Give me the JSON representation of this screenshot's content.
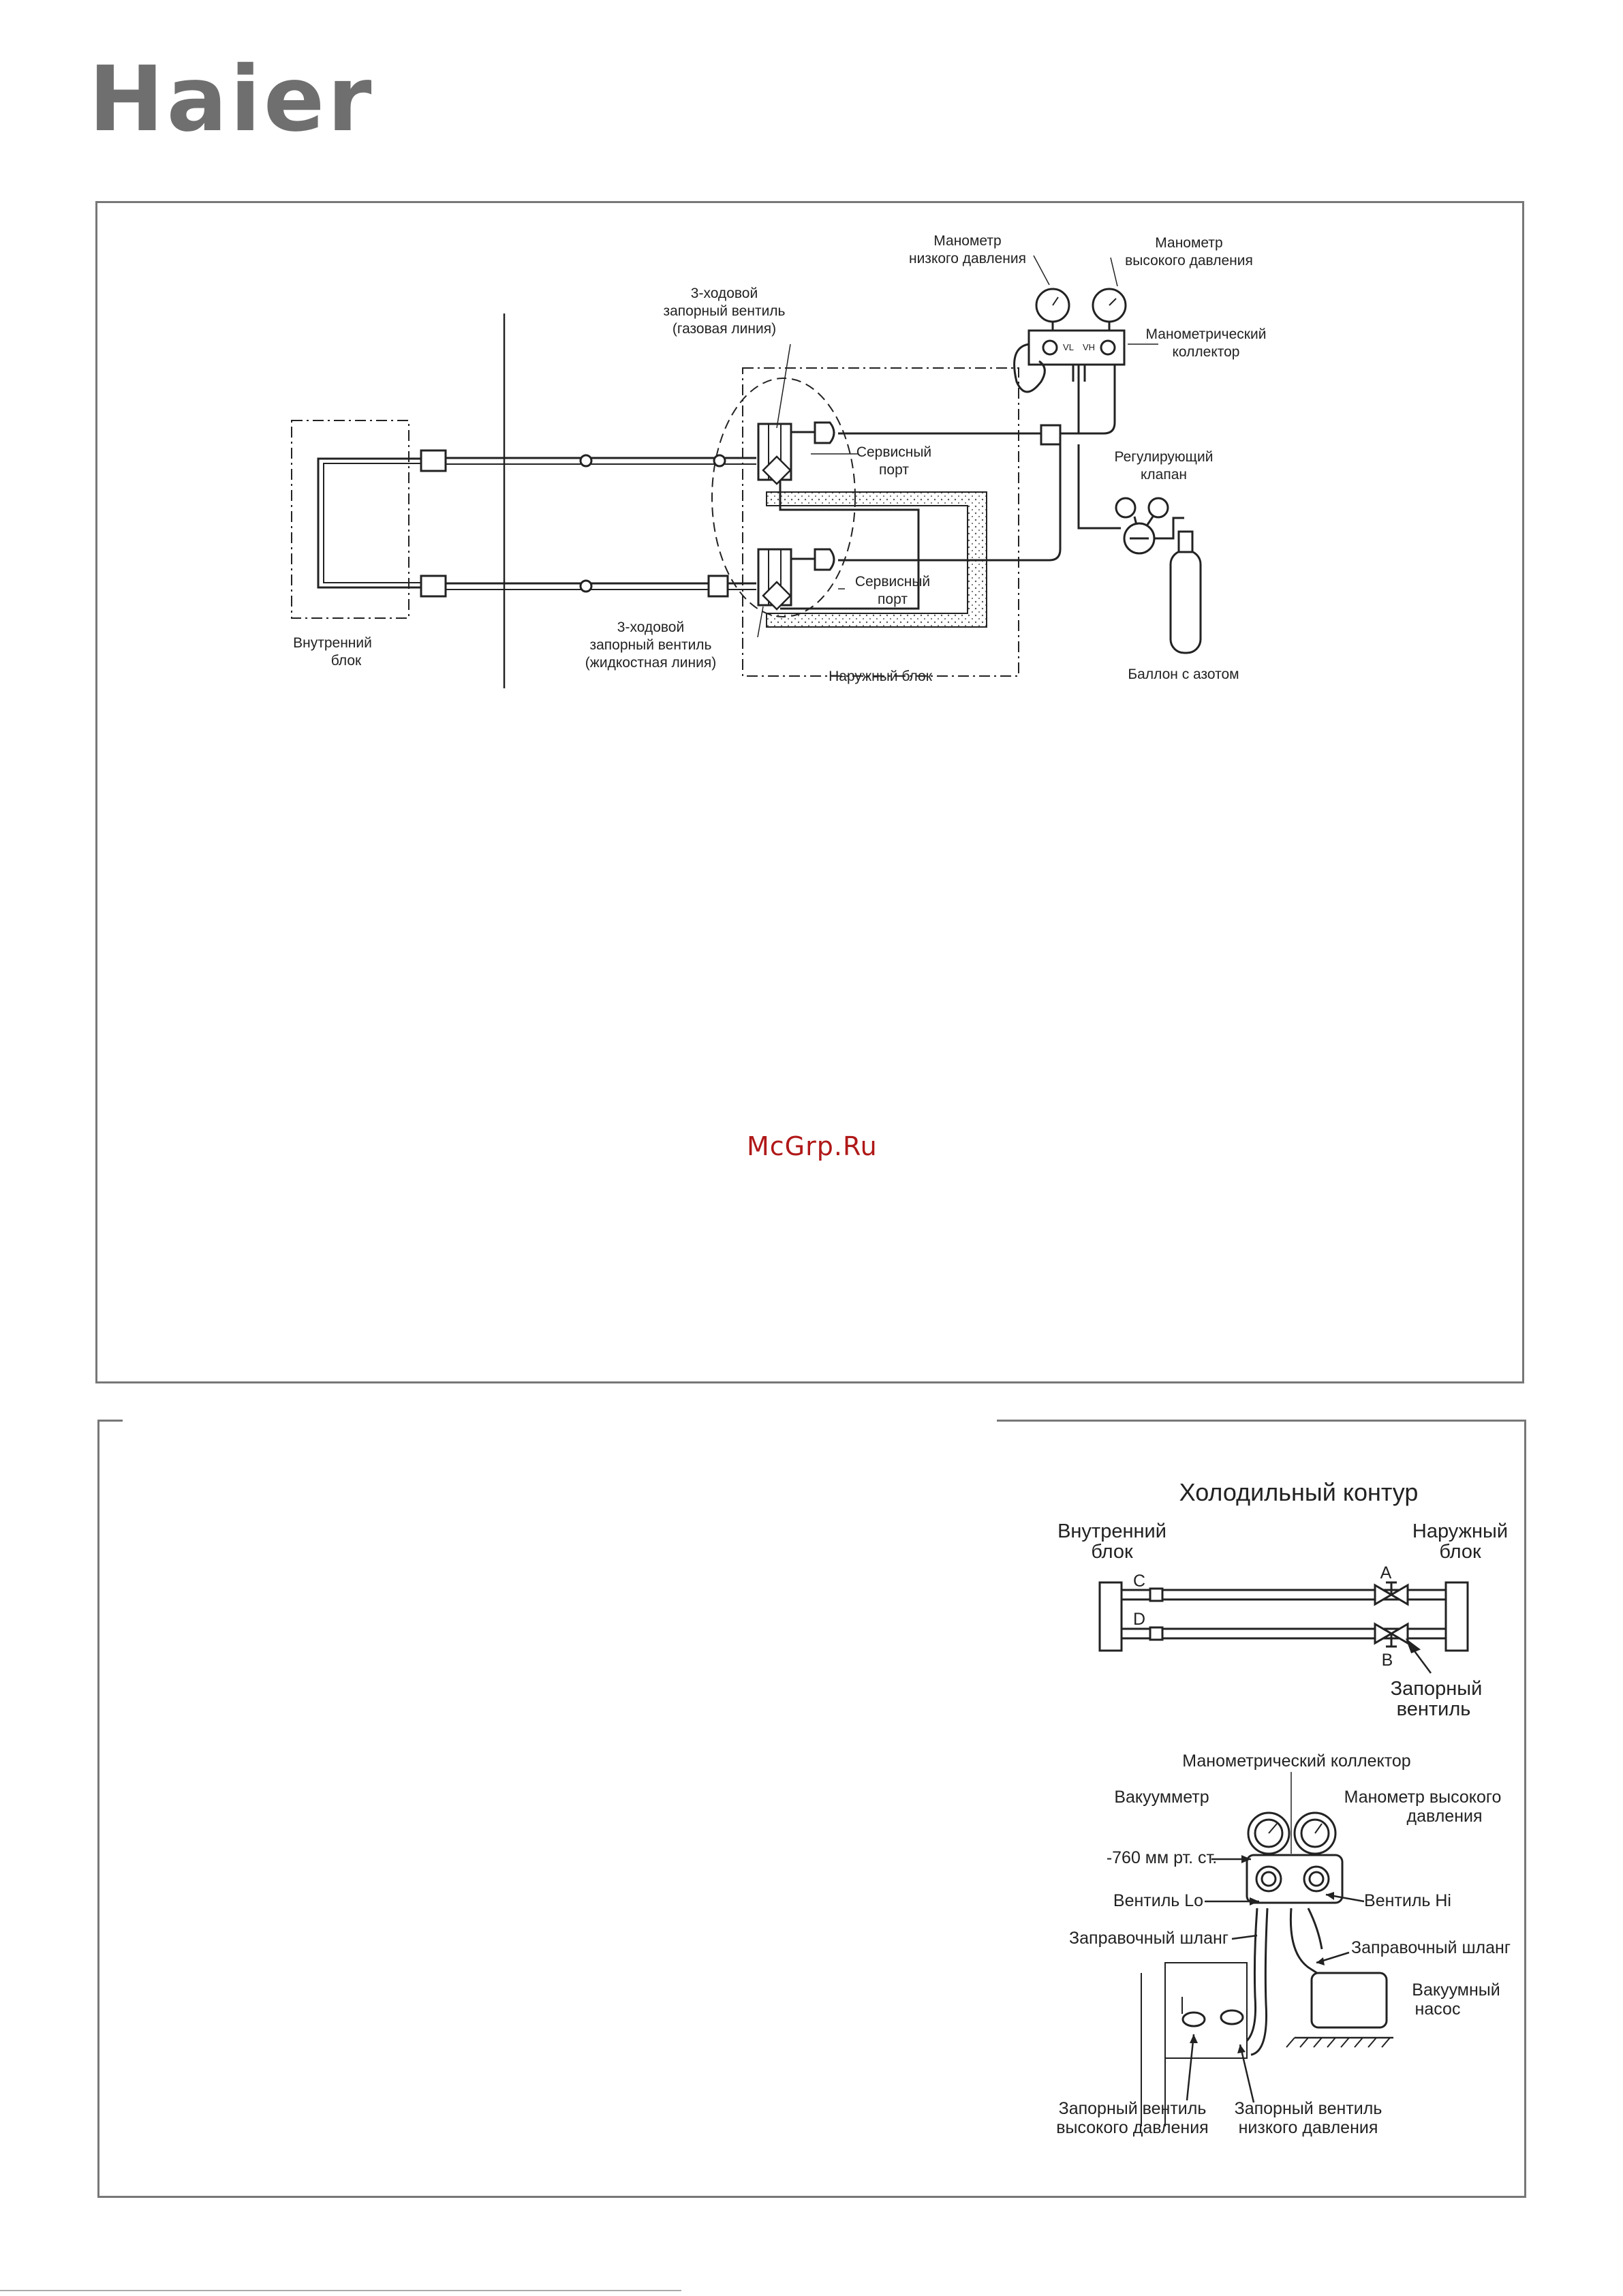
{
  "brand": {
    "logo_text": "Haier"
  },
  "watermark": "McGrp.Ru",
  "diagram_top": {
    "gauge_low_l1": "Манометр",
    "gauge_low_l2": "низкого давления",
    "gauge_high_l1": "Манометр",
    "gauge_high_l2": "высокого давления",
    "manifold_l1": "Манометрический",
    "manifold_l2": "коллектор",
    "manifold_vl": "VL",
    "manifold_vh": "VH",
    "gas_valve_l1": "3-ходовой",
    "gas_valve_l2": "запорный вентиль",
    "gas_valve_l3": "(газовая линия)",
    "service_port1_l1": "Сервисный",
    "service_port1_l2": "порт",
    "service_port2_l1": "Сервисный",
    "service_port2_l2": "порт",
    "regulator_l1": "Регулирующий",
    "regulator_l2": "клапан",
    "indoor_l1": "Внутренний",
    "indoor_l2": "блок",
    "liquid_valve_l1": "3-ходовой",
    "liquid_valve_l2": "запорный вентиль",
    "liquid_valve_l3": "(жидкостная линия)",
    "outdoor": "Наружный блок",
    "nitrogen": "Баллон с азотом"
  },
  "diagram_circuit": {
    "title": "Холодильный контур",
    "indoor_l1": "Внутренний",
    "indoor_l2": "блок",
    "outdoor_l1": "Наружный",
    "outdoor_l2": "блок",
    "pt_a": "A",
    "pt_b": "B",
    "pt_c": "C",
    "pt_d": "D",
    "valve_l1": "Запорный",
    "valve_l2": "вентиль"
  },
  "diagram_vacuum": {
    "manifold": "Манометрический коллектор",
    "vacuum_gauge": "Вакуумметр",
    "hp_gauge_l1": "Манометр высокого",
    "hp_gauge_l2": "давления",
    "reading": "-760 мм рт. ст.",
    "valve_lo": "Вентиль Lo",
    "valve_hi": "Вентиль Hi",
    "hose_left": "Заправочный шланг",
    "hose_right": "Заправочный шланг",
    "pump_l1": "Вакуумный",
    "pump_l2": "насос",
    "hp_valve_l1": "Запорный вентиль",
    "hp_valve_l2": "высокого давления",
    "lp_valve_l1": "Запорный вентиль",
    "lp_valve_l2": "низкого давления"
  }
}
